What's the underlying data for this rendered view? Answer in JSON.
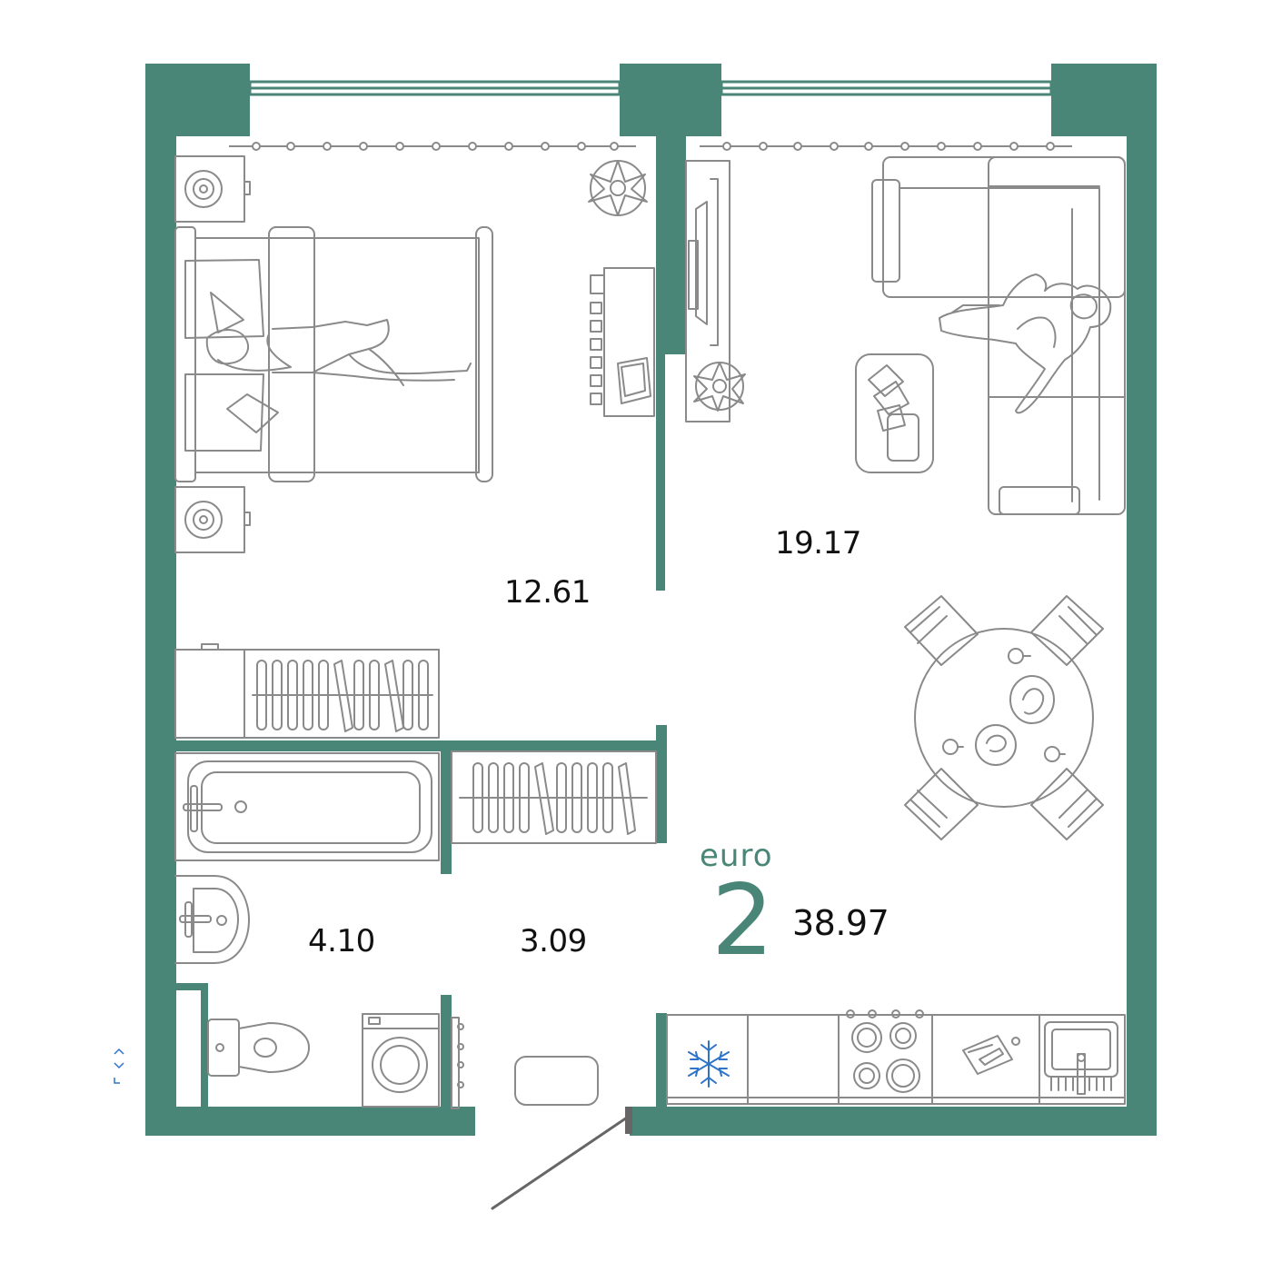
{
  "colors": {
    "wall": "#4a8677",
    "line": "#8a8a8a",
    "accent": "#4a8677",
    "snowflake": "#2f73c9"
  },
  "rooms": {
    "bedroom_area": "12.61",
    "living_area": "19.17",
    "bathroom_area": "4.10",
    "hall_area": "3.09"
  },
  "apartment": {
    "type_word": "euro",
    "rooms_count": "2",
    "total_area": "38.97"
  },
  "icons": [
    "snowflake-icon",
    "plant-icon",
    "washing-machine-icon",
    "stove-icon",
    "sink-icon",
    "bathtub-icon",
    "toilet-icon"
  ]
}
